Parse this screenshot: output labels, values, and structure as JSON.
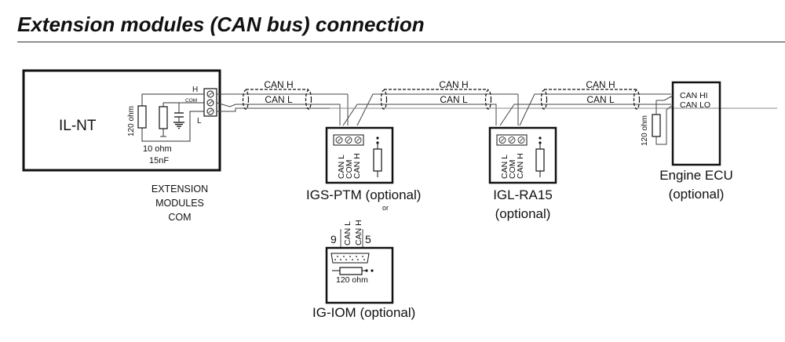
{
  "title": "Extension modules (CAN bus) connection",
  "il_nt": {
    "name": "IL-NT",
    "terminal_labels": {
      "h": "H",
      "com": "COM",
      "l": "L"
    },
    "resistor_label": "120 ohm",
    "rc_label_line1": "10 ohm",
    "rc_label_line2": "15nF",
    "caption_line1": "EXTENSION",
    "caption_line2": "MODULES",
    "caption_line3": "COM"
  },
  "cable_labels": {
    "segment1": {
      "h": "CAN H",
      "l": "CAN L"
    },
    "segment2": {
      "h": "CAN H",
      "l": "CAN L"
    },
    "segment3": {
      "h": "CAN H",
      "l": "CAN L"
    }
  },
  "igs_ptm": {
    "pins": [
      "CAN L",
      "COM",
      "CAN H"
    ],
    "caption": "IGS-PTM (optional)",
    "or_label": "or"
  },
  "igl_ra15": {
    "pins": [
      "CAN L",
      "COM",
      "CAN H"
    ],
    "caption_line1": "IGL-RA15",
    "caption_line2": "(optional)"
  },
  "engine_ecu": {
    "pin_hi": "CAN HI",
    "pin_lo": "CAN LO",
    "resistor_label": "120 ohm",
    "caption_line1": "Engine ECU",
    "caption_line2": "(optional)"
  },
  "ig_iom": {
    "pin_left_number": "9",
    "pin_right_number": "5",
    "pins": [
      "CAN L",
      "CAN H"
    ],
    "resistor_label": "120 ohm",
    "caption": "IG-IOM (optional)"
  }
}
